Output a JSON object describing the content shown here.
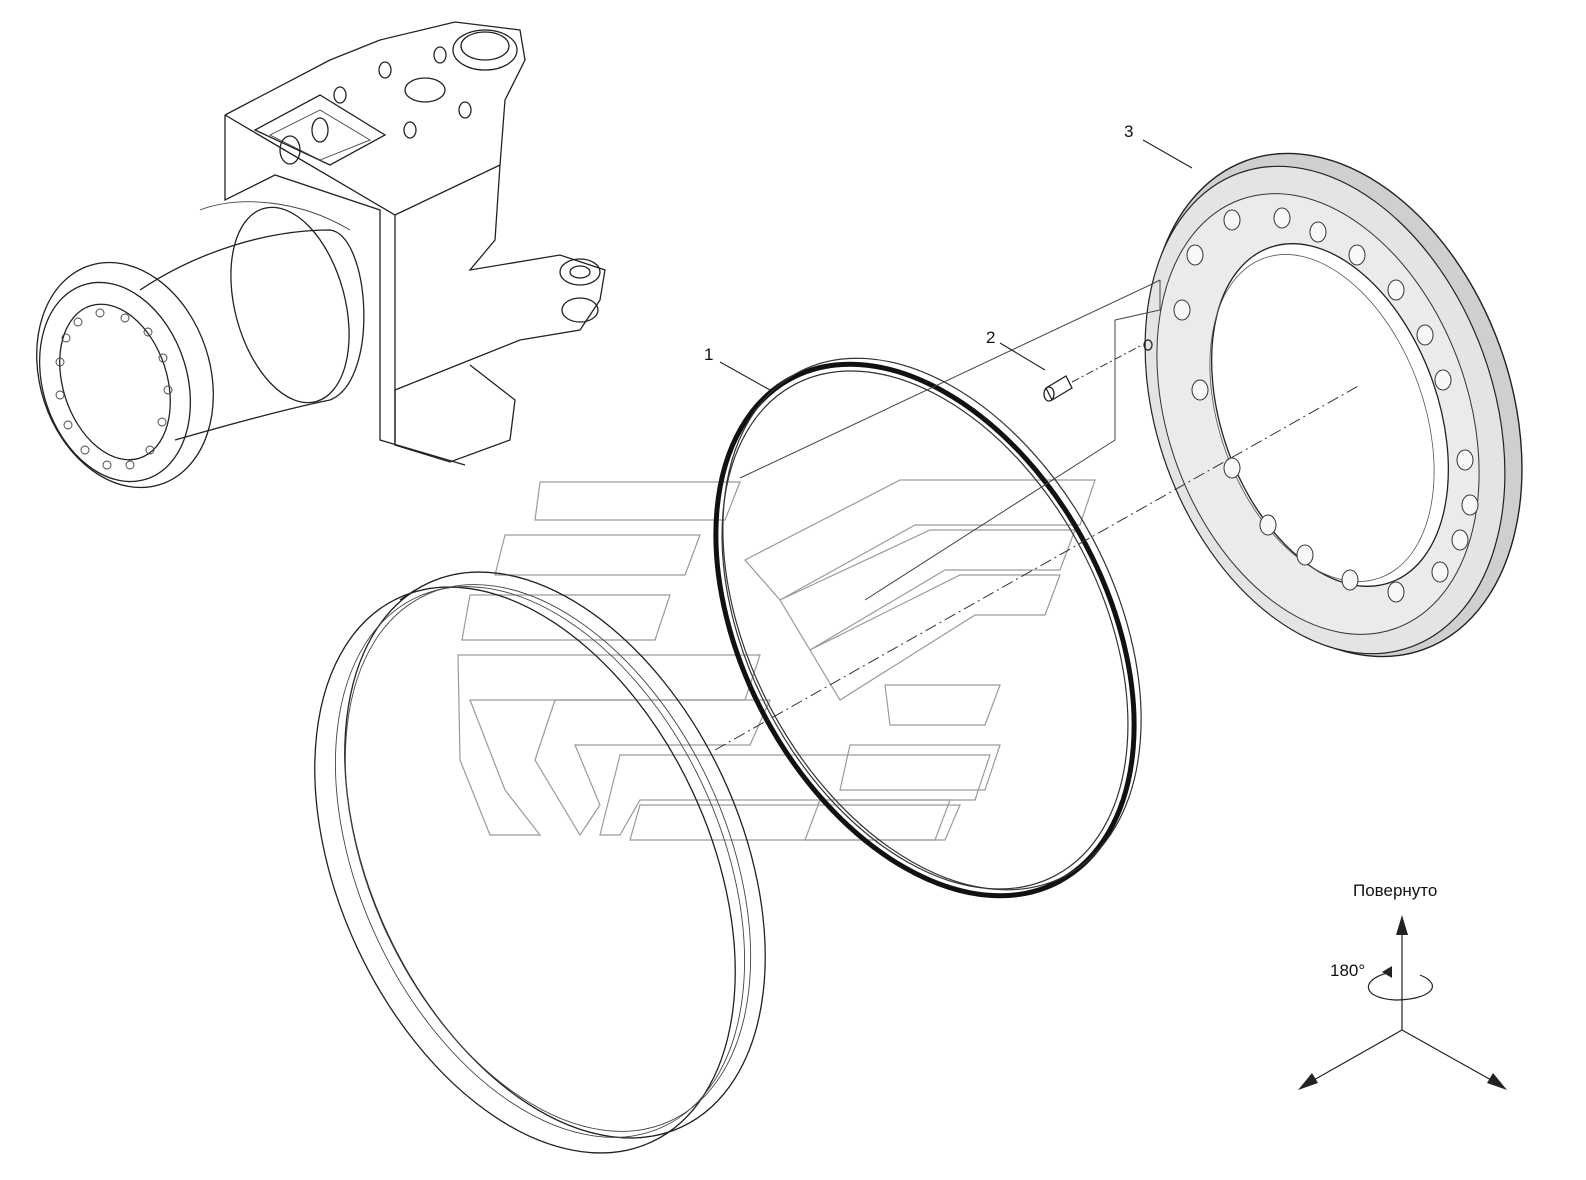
{
  "callouts": [
    {
      "id": "1",
      "label": "1"
    },
    {
      "id": "2",
      "label": "2"
    },
    {
      "id": "3",
      "label": "3"
    }
  ],
  "orientation": {
    "label": "Повернуто",
    "angle": "180°"
  },
  "colors": {
    "line": "#222222",
    "watermark": "#9a9a9a",
    "ring_fill": "#e6e6e6",
    "ring_shade": "#c8c8c8"
  }
}
